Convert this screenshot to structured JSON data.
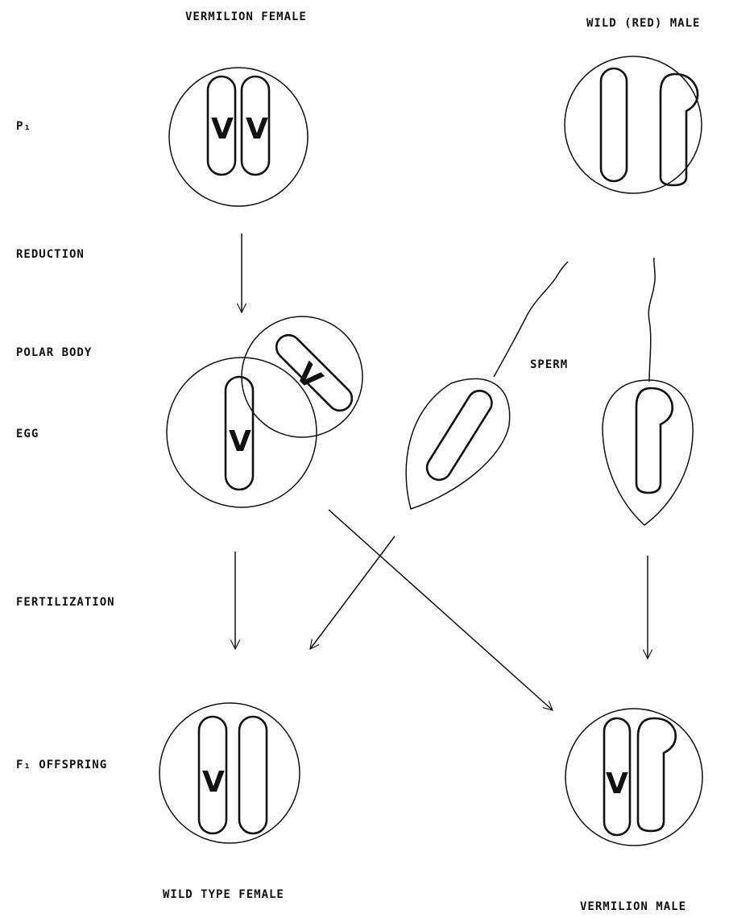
{
  "labels": {
    "vermilion_female": "VERMILION FEMALE",
    "wild_red_male": "WILD (RED) MALE",
    "p1": "P₁",
    "reduction": "REDUCTION",
    "polar_body": "POLAR BODY",
    "sperm": "SPERM",
    "egg": "EGG",
    "fertilization": "FERTILIZATION",
    "f1_offspring": "F₁ OFFSPRING",
    "wild_type_female": "WILD TYPE FEMALE",
    "vermilion_male": "VERMILION MALE"
  },
  "allele": "V"
}
